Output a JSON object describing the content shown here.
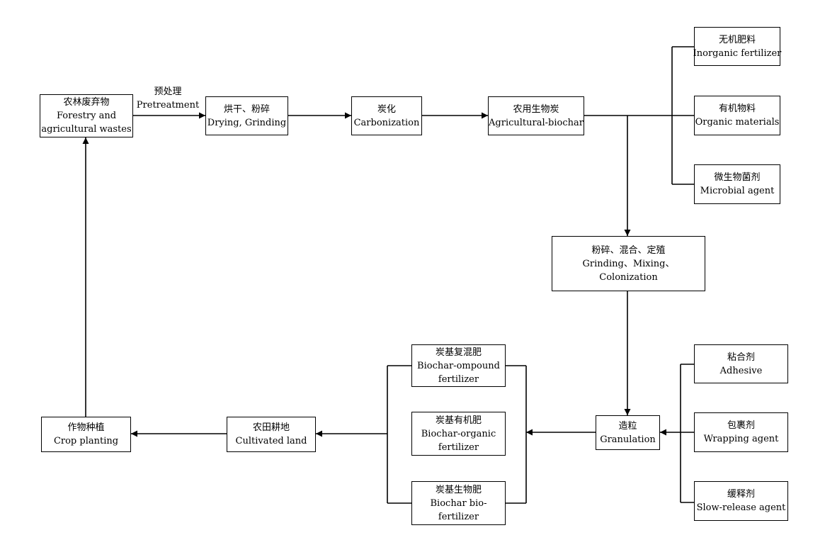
{
  "nodes": {
    "wastes": {
      "zh": "农林废弃物",
      "en1": "Forestry and",
      "en2": "agricultural wastes"
    },
    "drying": {
      "zh": "烘干、粉碎",
      "en": "Drying, Grinding"
    },
    "carbonization": {
      "zh": "炭化",
      "en": "Carbonization"
    },
    "biochar": {
      "zh": "农用生物炭",
      "en": "Agricultural-biochar"
    },
    "inorganic": {
      "zh": "无机肥料",
      "en": "Inorganic fertilizer"
    },
    "organic": {
      "zh": "有机物料",
      "en": "Organic materials"
    },
    "microbial": {
      "zh": "微生物菌剂",
      "en": "Microbial agent"
    },
    "grinding_mixing": {
      "zh": "粉碎、混合、定殖",
      "en1": "Grinding、Mixing、",
      "en2": "Colonization"
    },
    "granulation": {
      "zh": "造粒",
      "en": "Granulation"
    },
    "adhesive": {
      "zh": "粘合剂",
      "en": "Adhesive"
    },
    "wrapping": {
      "zh": "包裹剂",
      "en": "Wrapping agent"
    },
    "slow_release": {
      "zh": "缓释剂",
      "en": "Slow-release agent"
    },
    "compound_fertilizer": {
      "zh": "炭基复混肥",
      "en1": "Biochar-ompound",
      "en2": "fertilizer"
    },
    "organic_fertilizer": {
      "zh": "炭基有机肥",
      "en1": "Biochar-organic",
      "en2": "fertilizer"
    },
    "bio_fertilizer": {
      "zh": "炭基生物肥",
      "en1": "Biochar bio-",
      "en2": "fertilizer"
    },
    "cultivated_land": {
      "zh": "农田耕地",
      "en": "Cultivated land"
    },
    "crop_planting": {
      "zh": "作物种植",
      "en": "Crop planting"
    }
  },
  "edge_labels": {
    "pretreatment": {
      "zh": "预处理",
      "en": "Pretreatment"
    }
  }
}
